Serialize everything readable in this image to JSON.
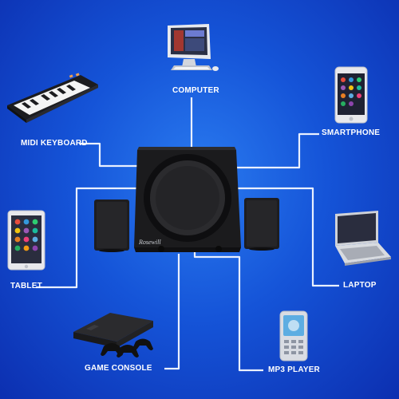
{
  "devices": {
    "computer": "COMPUTER",
    "midi_keyboard": "MIDI KEYBOARD",
    "smartphone": "SMARTPHONE",
    "tablet": "TABLET",
    "laptop": "LAPTOP",
    "game_console": "GAME CONSOLE",
    "mp3_player": "MP3 PLAYER"
  },
  "brand": "Rosewill",
  "colors": {
    "background": "#1554d8",
    "connector": "#e6eefc",
    "speaker": "#1a1a1a"
  }
}
